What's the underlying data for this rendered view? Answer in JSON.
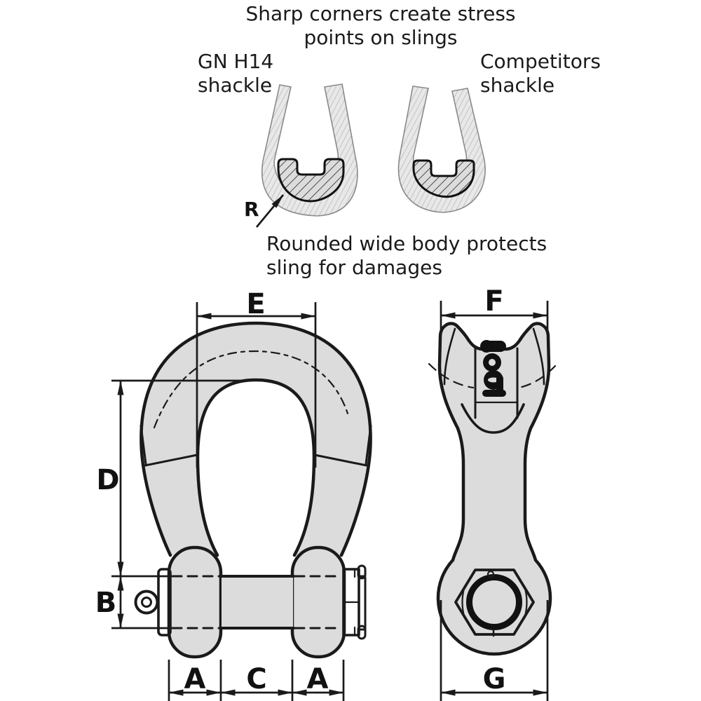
{
  "diagram": {
    "title": {
      "line1": "Sharp corners create stress",
      "line2": "points on slings"
    },
    "comparison": {
      "gn_label": {
        "line1": "GN H14",
        "line2": "shackle"
      },
      "competitor_label": {
        "line1": "Competitors",
        "line2": "shackle"
      },
      "radius_label": "R",
      "caption": {
        "line1": "Rounded wide body protects",
        "line2": "sling for damages"
      }
    },
    "dimension_labels": {
      "E": "E",
      "D": "D",
      "B": "B",
      "A_left": "A",
      "C": "C",
      "A_right": "A",
      "F": "F",
      "G": "G"
    },
    "colors": {
      "background": "#ffffff",
      "body_fill": "#dcdcdc",
      "rope_fill": "#e8e8e8",
      "outline": "#1a1a1a",
      "rope_outline": "#8a8a8a",
      "hatch": "#1a1a1a",
      "text": "#1a1a1a"
    }
  }
}
